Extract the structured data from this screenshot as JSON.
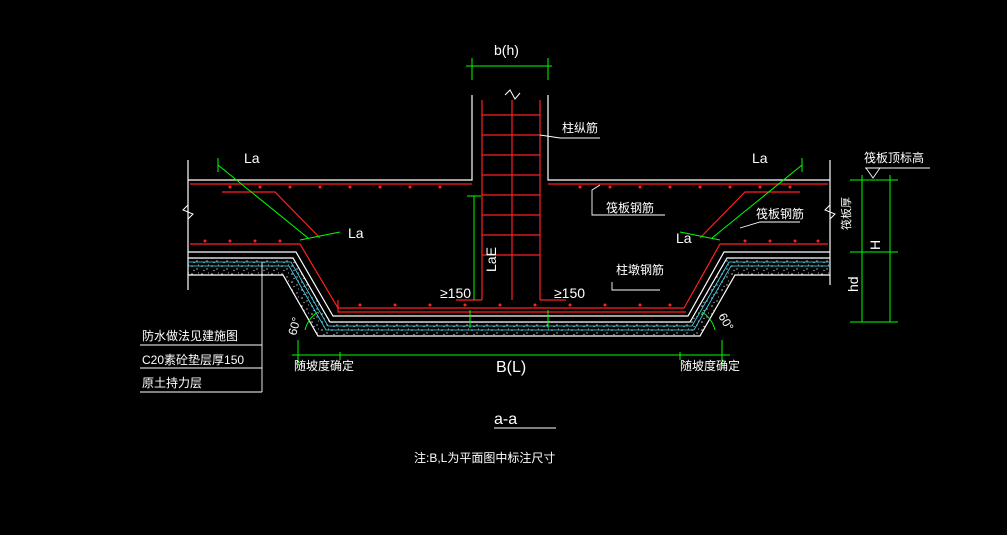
{
  "dims": {
    "col_width": "b(h)",
    "la_left_top": "La",
    "la_left_mid": "La",
    "la_right_top": "La",
    "la_right_mid": "La",
    "lae": "LaE",
    "ge150_left": "≥150",
    "ge150_right": "≥150",
    "width": "B(L)",
    "height": "H",
    "hd": "hd",
    "angle_left": "60°",
    "angle_right": "60°"
  },
  "labels": {
    "col_long_bar": "柱纵筋",
    "raft_bar": "筏板钢筋",
    "raft_bar_right": "筏板钢筋",
    "col_stirrup": "柱墩钢筋",
    "raft_top_elev": "筏板顶标高",
    "raft_thickness": "筏板厚",
    "slope_left": "随坡度确定",
    "slope_right": "随坡度确定"
  },
  "legend": {
    "waterproof": "防水做法见建施图",
    "cushion": "C20素砼垫层厚150",
    "soil": "原土持力层"
  },
  "section_title": "a-a",
  "note": "注:B,L为平面图中标注尺寸",
  "colors": {
    "background": "#000000",
    "concrete_outline": "#ffffff",
    "rebar": "#ff2020",
    "dimension": "#00ff00",
    "leader": "#ffffff",
    "cyan": "#40e0ff"
  }
}
